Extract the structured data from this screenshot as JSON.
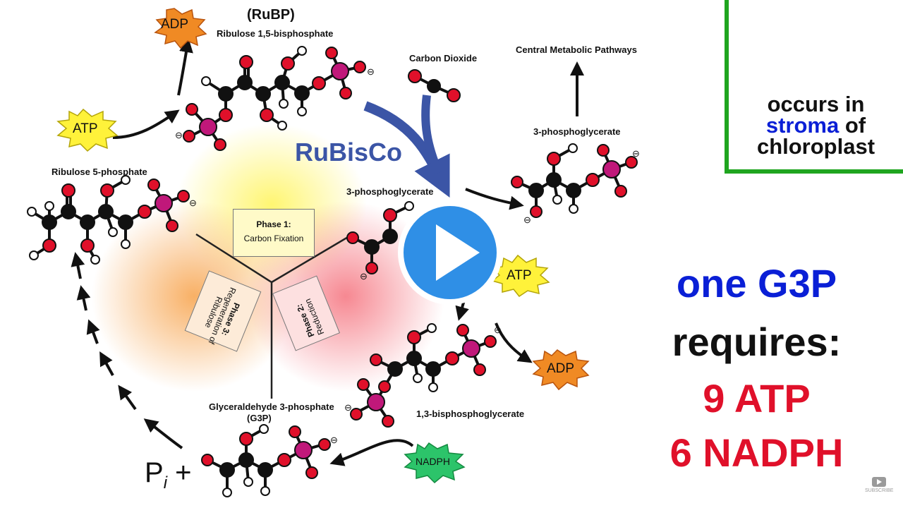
{
  "molecules": {
    "rubp_abbr": "(RuBP)",
    "rubp_name": "Ribulose 1,5-bisphosphate",
    "co2": "Carbon Dioxide",
    "central": "Central Metabolic Pathways",
    "pga_right": "3-phosphoglycerate",
    "pga_center": "3-phosphoglycerate",
    "ru5p": "Ribulose 5-phosphate",
    "bpg": "1,3-bisphosphoglycerate",
    "g3p_name": "Glyceraldehyde 3-phosphate",
    "g3p_abbr": "(G3P)"
  },
  "enzyme": "RuBisCo",
  "cofactors": {
    "adp_top": "ADP",
    "atp_left": "ATP",
    "atp_right": "ATP",
    "adp_right": "ADP",
    "nadph": "NADPH"
  },
  "phases": {
    "p1_title": "Phase 1:",
    "p1_name": "Carbon Fixation",
    "p2_title": "Phase 2:",
    "p2_name": "Reduction",
    "p3_title": "Phase 3:",
    "p3_name_1": "Regeneration of",
    "p3_name_2": "Ribulose"
  },
  "pi": {
    "p": "P",
    "sub": "i",
    "plus": "+"
  },
  "charge": "⊖",
  "info": {
    "line1": "occurs in",
    "line2_a": "stroma",
    "line2_b": "of",
    "line3": "chloroplast"
  },
  "requirement": {
    "line1": "one G3P",
    "line2": "requires:",
    "line3": "9 ATP",
    "line4": "6 NADPH"
  },
  "watermark": "SUBSCRIBE",
  "colors": {
    "carbon": "#111111",
    "oxygen": "#e0102a",
    "hydrogen": "#ffffff",
    "phosphorus": "#c0187a",
    "enzyme_blue": "#3b55a6",
    "adp_orange": "#f08a24",
    "atp_yellow": "#fff23a",
    "nadph_green": "#2cc46a",
    "chloroplast_green": "#55c43a",
    "frame_green": "#1fa51f",
    "text_blue": "#0a1fd6",
    "text_red": "#e0102a",
    "play_blue": "#2f8fe6"
  }
}
